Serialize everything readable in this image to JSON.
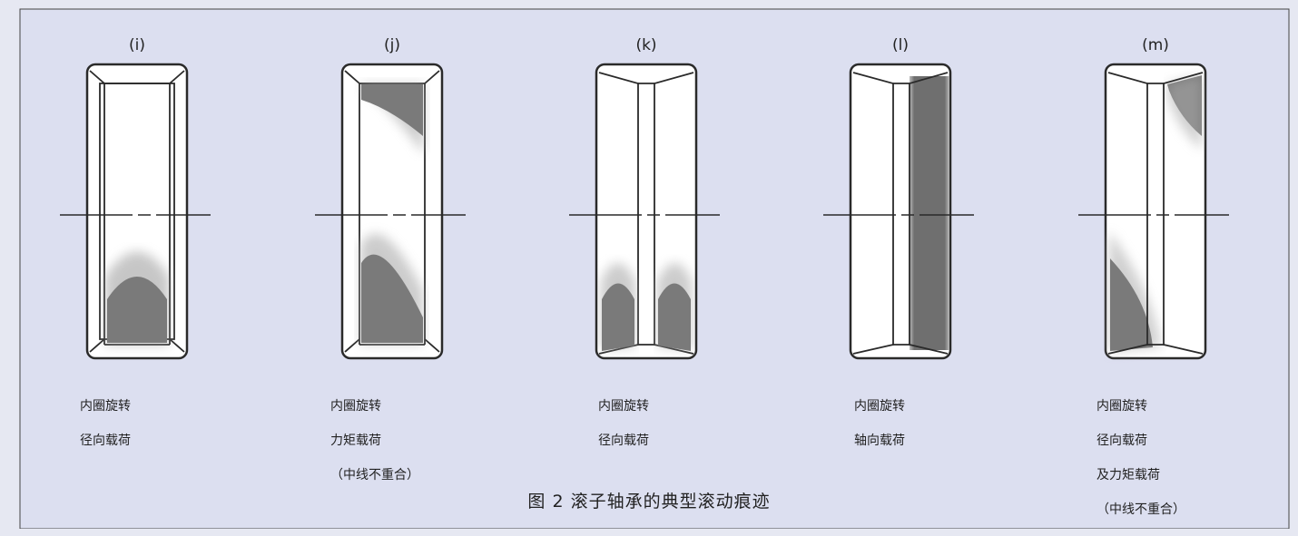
{
  "panels": [
    {
      "label": "(i)",
      "caption": [
        "内圈旋转",
        "径向载荷"
      ]
    },
    {
      "label": "(j)",
      "caption": [
        "内圈旋转",
        "力矩载荷",
        "（中线不重合）"
      ]
    },
    {
      "label": "(k)",
      "caption": [
        "内圈旋转",
        "径向载荷"
      ]
    },
    {
      "label": "(l)",
      "caption": [
        "内圈旋转",
        "轴向载荷"
      ]
    },
    {
      "label": "(m)",
      "caption": [
        "内圈旋转",
        "径向载荷",
        "及力矩载荷",
        "（中线不重合）"
      ]
    }
  ],
  "figure_title": "图 2    滚子轴承的典型滚动痕迹",
  "colors": {
    "background": "#e6e8f2",
    "border": "#2a2a2a",
    "wear": "#7a7a7a"
  }
}
